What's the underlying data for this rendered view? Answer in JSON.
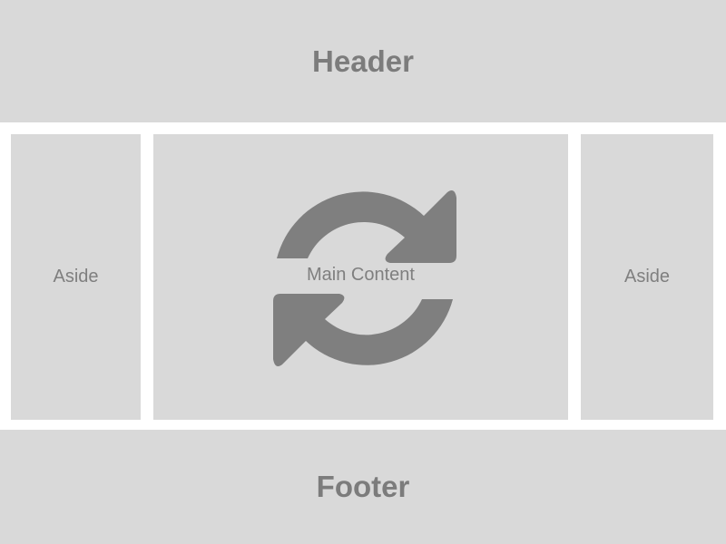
{
  "header": {
    "label": "Header"
  },
  "aside_left": {
    "label": "Aside"
  },
  "main": {
    "label": "Main Content",
    "icon": "refresh-icon"
  },
  "aside_right": {
    "label": "Aside"
  },
  "footer": {
    "label": "Footer"
  },
  "colors": {
    "block": "#d9d9d9",
    "text": "#7a7a7a",
    "icon": "#7f7f7f",
    "background": "#ffffff"
  }
}
